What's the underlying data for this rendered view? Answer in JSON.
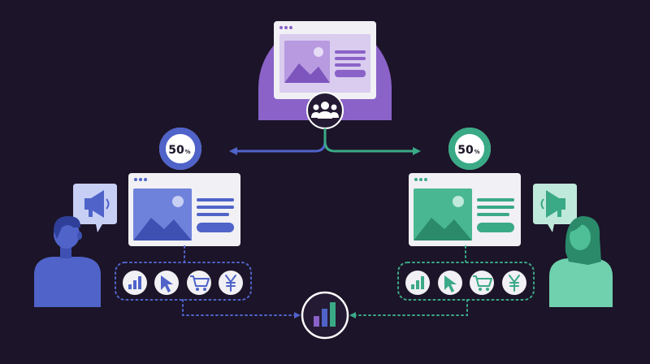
{
  "variant_a": {
    "split_value": "50",
    "split_unit": "%",
    "split_fraction": 1.0,
    "color": "#4f63c9",
    "color_light": "#7f92e6",
    "color_pale": "#c7cff4"
  },
  "variant_b": {
    "split_value": "50",
    "split_unit": "%",
    "split_fraction": 1.0,
    "color": "#3aa986",
    "color_light": "#6fd1ae",
    "color_pale": "#bfe9da"
  },
  "original": {
    "color": "#8a62c8",
    "color_pale": "#d9ccef"
  },
  "metric_icons": [
    "bar-chart-icon",
    "cursor-icon",
    "shopping-cart-icon",
    "yen-icon"
  ],
  "icons": {
    "audience": "users-group-icon",
    "megaphone": "megaphone-icon",
    "result": "bar-chart-icon"
  },
  "colors": {
    "background": "#1c1428",
    "card": "#f1f0f4",
    "dark_circle": "#241a33"
  }
}
